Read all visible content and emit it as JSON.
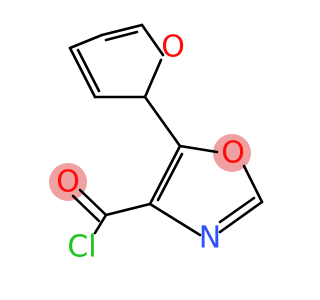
{
  "molecule": {
    "atoms": {
      "furan_o": {
        "symbol": "O",
        "color": "#ff0d0d"
      },
      "oxazole_o": {
        "symbol": "O",
        "color": "#ff0d0d",
        "highlight": "#f0a0a0"
      },
      "oxazole_n": {
        "symbol": "N",
        "color": "#3050f8"
      },
      "carbonyl_o": {
        "symbol": "O",
        "color": "#ff0d0d",
        "highlight": "#f0a0a0"
      },
      "chlorine": {
        "symbol": "Cl",
        "color": "#1fc41f"
      }
    },
    "bond_color": "#000000"
  }
}
